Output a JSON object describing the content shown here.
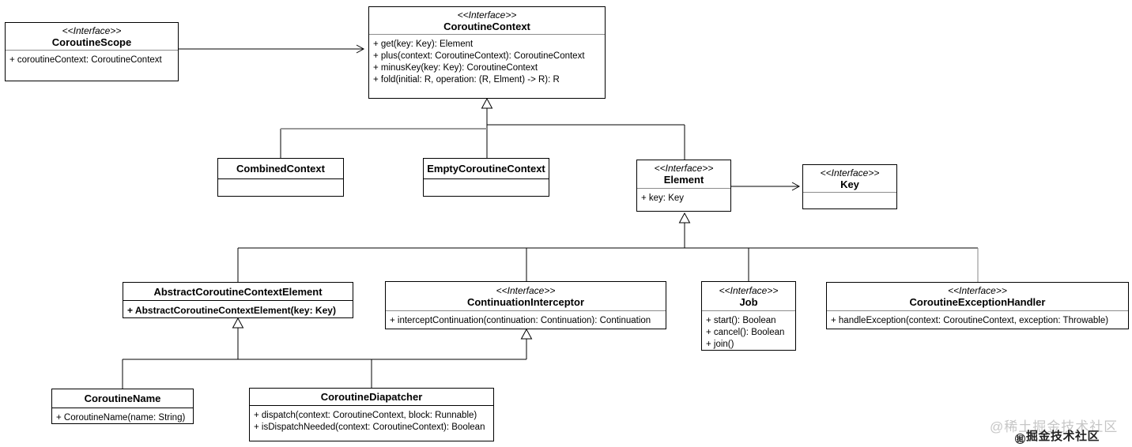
{
  "diagram": {
    "classes": [
      {
        "id": "CoroutineScope",
        "stereotype": "<<Interface>>",
        "name": "CoroutineScope",
        "members": [
          "+ coroutineContext: CoroutineContext"
        ]
      },
      {
        "id": "CoroutineContext",
        "stereotype": "<<Interface>>",
        "name": "CoroutineContext",
        "members": [
          "+ get(key: Key): Element",
          "+ plus(context: CoroutineContext): CoroutineContext",
          "+ minusKey(key: Key): CoroutineContext",
          "+ fold(initial: R, operation: (R, Elment) -> R): R"
        ]
      },
      {
        "id": "CombinedContext",
        "stereotype": null,
        "name": "CombinedContext",
        "members": []
      },
      {
        "id": "EmptyCoroutineContext",
        "stereotype": null,
        "name": "EmptyCoroutineContext",
        "members": []
      },
      {
        "id": "Element",
        "stereotype": "<<Interface>>",
        "name": "Element",
        "members": [
          "+ key: Key"
        ]
      },
      {
        "id": "Key",
        "stereotype": "<<Interface>>",
        "name": "Key",
        "members": []
      },
      {
        "id": "AbstractCoroutineContextElement",
        "stereotype": null,
        "name": "AbstractCoroutineContextElement",
        "members": [
          "+ AbstractCoroutineContextElement(key: Key)"
        ],
        "bold_members": true
      },
      {
        "id": "ContinuationInterceptor",
        "stereotype": "<<Interface>>",
        "name": "ContinuationInterceptor",
        "members": [
          "+ interceptContinuation(continuation: Continuation): Continuation"
        ]
      },
      {
        "id": "Job",
        "stereotype": "<<Interface>>",
        "name": "Job",
        "members": [
          "+ start(): Boolean",
          "+ cancel(): Boolean",
          "+ join()"
        ]
      },
      {
        "id": "CoroutineExceptionHandler",
        "stereotype": "<<Interface>>",
        "name": "CoroutineExceptionHandler",
        "members": [
          "+ handleException(context: CoroutineContext, exception: Throwable)"
        ]
      },
      {
        "id": "CoroutineName",
        "stereotype": null,
        "name": "CoroutineName",
        "members": [
          "+ CoroutineName(name: String)"
        ]
      },
      {
        "id": "CoroutineDiapatcher",
        "stereotype": null,
        "name": "CoroutineDiapatcher",
        "members": [
          "+ dispatch(context: CoroutineContext, block: Runnable)",
          "+ isDispatchNeeded(context: CoroutineContext): Boolean"
        ]
      }
    ],
    "relations": [
      {
        "from": "CoroutineScope",
        "to": "CoroutineContext",
        "type": "association"
      },
      {
        "from": "CombinedContext",
        "to": "CoroutineContext",
        "type": "generalization"
      },
      {
        "from": "EmptyCoroutineContext",
        "to": "CoroutineContext",
        "type": "generalization"
      },
      {
        "from": "Element",
        "to": "CoroutineContext",
        "type": "generalization"
      },
      {
        "from": "Element",
        "to": "Key",
        "type": "association"
      },
      {
        "from": "AbstractCoroutineContextElement",
        "to": "Element",
        "type": "generalization"
      },
      {
        "from": "ContinuationInterceptor",
        "to": "Element",
        "type": "generalization"
      },
      {
        "from": "Job",
        "to": "Element",
        "type": "generalization"
      },
      {
        "from": "CoroutineExceptionHandler",
        "to": "Element",
        "type": "generalization"
      },
      {
        "from": "CoroutineName",
        "to": "AbstractCoroutineContextElement",
        "type": "generalization"
      },
      {
        "from": "CoroutineDiapatcher",
        "to": "AbstractCoroutineContextElement",
        "type": "generalization"
      },
      {
        "from": "CoroutineDiapatcher",
        "to": "ContinuationInterceptor",
        "type": "generalization"
      }
    ],
    "watermarks": {
      "light_text": "@稀土掘金技术社区",
      "dark_icon": "掘",
      "dark_text": "掘金技术社区"
    },
    "colors": {
      "line": "#000000",
      "faded_line": "#9a9a9a",
      "box_fill": "#ffffff",
      "watermark_light": "#c6c6c6",
      "watermark_dark": "#222222"
    }
  }
}
